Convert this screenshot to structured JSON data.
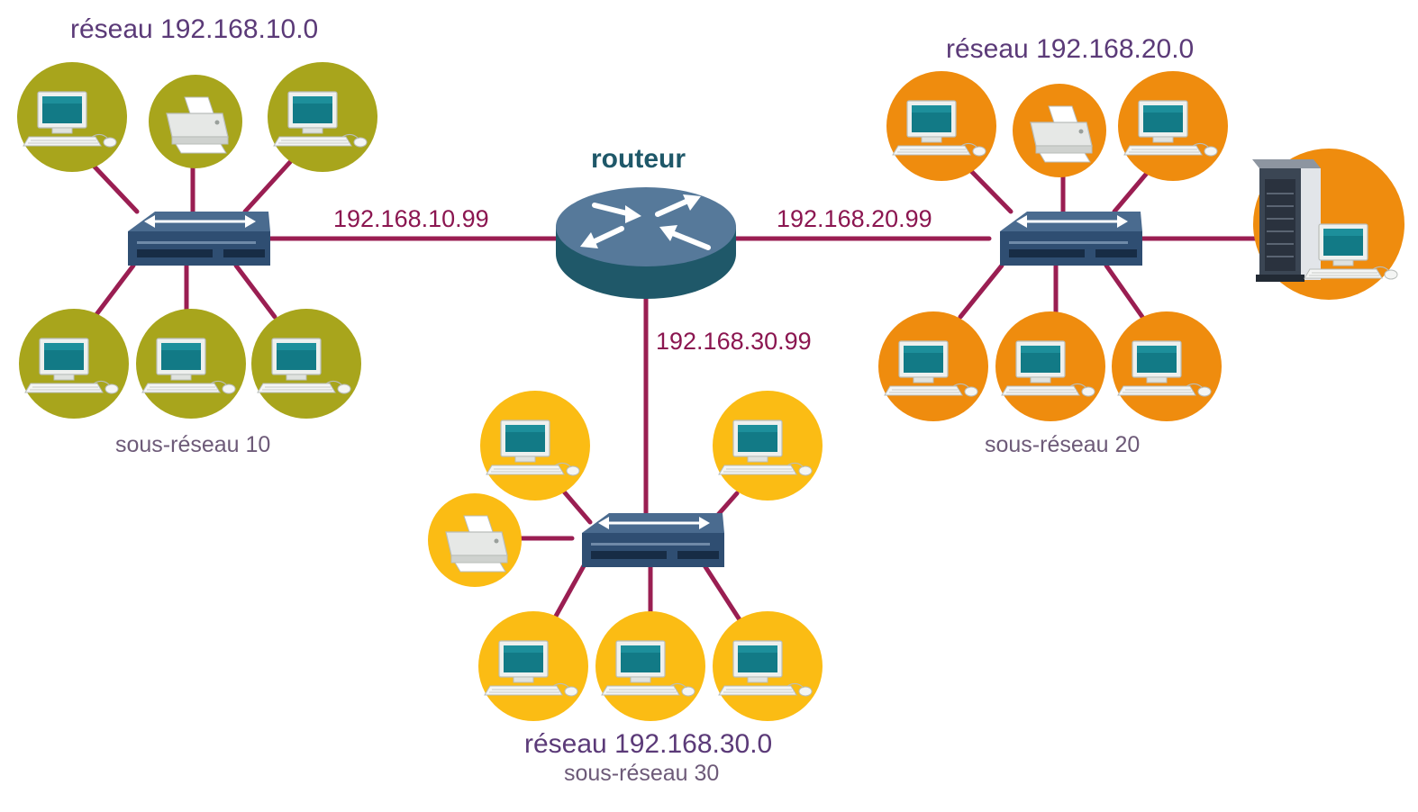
{
  "router": {
    "label": "routeur"
  },
  "colors": {
    "link": "#9a1e52",
    "network_10": "#a8a51c",
    "network_20": "#ef8c0e",
    "network_30": "#fbbc14",
    "device_screen": "#127a86",
    "switch_body": "#3c597d"
  },
  "networks": [
    {
      "id": "net10",
      "title": "réseau 192.168.10.0",
      "subnet_word": "sous-réseau",
      "subnet_number": "10",
      "gateway_ip": "192.168.10.99"
    },
    {
      "id": "net20",
      "title": "réseau 192.168.20.0",
      "subnet_word": "sous-réseau",
      "subnet_number": "20",
      "gateway_ip": "192.168.20.99"
    },
    {
      "id": "net30",
      "title": "réseau 192.168.30.0",
      "subnet_word": "sous-réseau",
      "subnet_number": "30",
      "gateway_ip": "192.168.30.99"
    }
  ],
  "icons": {
    "computer": "computer-icon",
    "printer": "printer-icon",
    "server": "server-icon",
    "switch": "switch-icon",
    "router": "router-icon"
  }
}
